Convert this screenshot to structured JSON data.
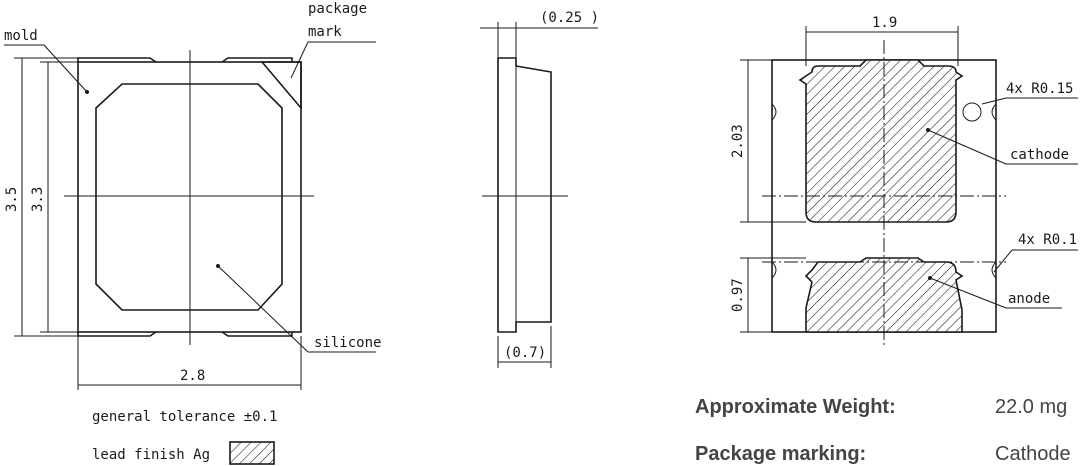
{
  "top_view": {
    "label_mold": "mold",
    "label_package_mark": [
      "package",
      "mark"
    ],
    "label_silicone": "silicone",
    "dim_width": "2.8",
    "dim_height_outer": "3.5",
    "dim_height_inner": "3.3"
  },
  "side_view": {
    "dim_top": "(0.25 )",
    "dim_bottom": "(0.7)"
  },
  "pad_view": {
    "dim_pad_width": "1.9",
    "dim_cathode_height": "2.03",
    "dim_anode_height": "0.97",
    "label_radius_top": "4x R0.15",
    "label_radius_bottom": "4x R0.1",
    "label_cathode": "cathode",
    "label_anode": "anode"
  },
  "notes": {
    "tolerance": "general tolerance ±0.1",
    "lead_finish": "lead finish Ag"
  },
  "specs": [
    {
      "label": "Approximate Weight:",
      "value": "22.0 mg"
    },
    {
      "label": "Package marking:",
      "value": "Cathode"
    }
  ]
}
